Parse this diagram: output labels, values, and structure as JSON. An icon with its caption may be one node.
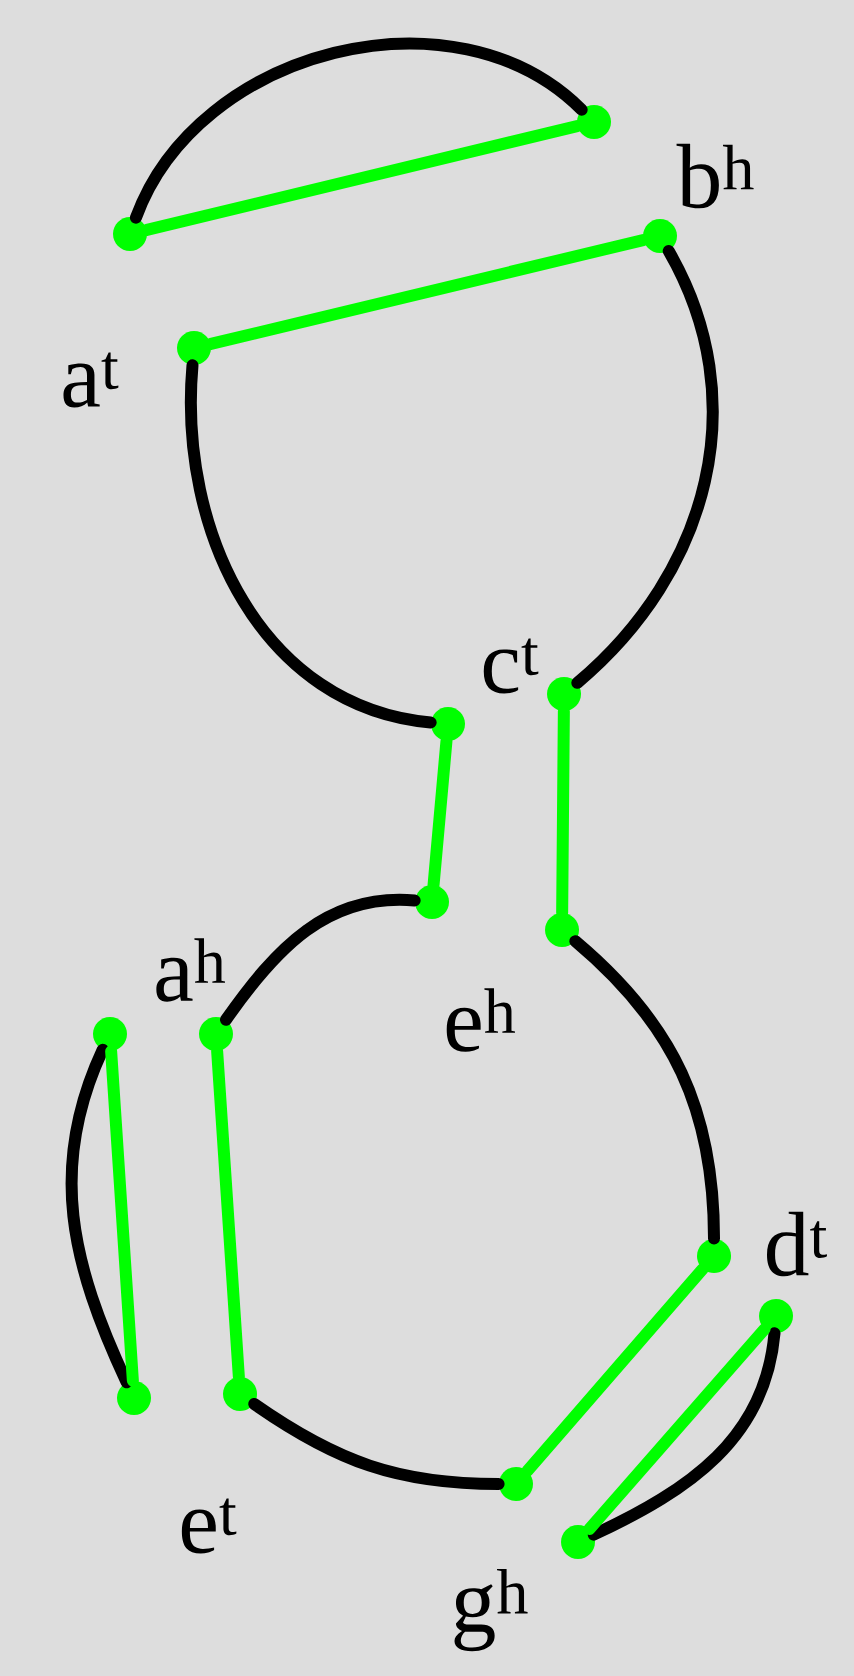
{
  "diagram": {
    "nodes": [
      {
        "text": [],
        "shape": "circle"
      },
      {
        "text": [],
        "shape": "circle"
      },
      {
        "text": [],
        "shape": "circle",
        "beside": [
          "a$^{t}$"
        ]
      },
      {
        "text": [],
        "shape": "circle",
        "beside": [
          "b$^{h}$"
        ]
      },
      {
        "text": [],
        "shape": "circle"
      },
      {
        "text": [],
        "shape": "circle",
        "beside": [
          "c$^{t}$"
        ]
      },
      {
        "text": [],
        "shape": "circle"
      },
      {
        "text": [],
        "shape": "circle",
        "beside": [
          "e$^{h}$"
        ]
      },
      {
        "text": [],
        "shape": "circle"
      },
      {
        "text": [],
        "shape": "circle",
        "beside": [
          "a$^{h}$"
        ]
      },
      {
        "text": [],
        "shape": "circle"
      },
      {
        "text": [],
        "shape": "circle",
        "beside": [
          "e$^{t}$"
        ]
      },
      {
        "text": [],
        "shape": "circle",
        "beside": [
          "d$^{t}$"
        ]
      },
      {
        "text": [],
        "shape": "circle"
      },
      {
        "text": [],
        "shape": "circle"
      },
      {
        "text": [],
        "shape": "circle",
        "beside": [
          "g$^{h}$"
        ]
      }
    ],
    "edges": [
      {
        "from": 0,
        "to": 1,
        "arrow": "none",
        "color": "#000000"
      },
      {
        "from": 0,
        "to": 1,
        "arrow": "none",
        "color": "#00ff00"
      },
      {
        "from": 2,
        "to": 3,
        "arrow": "none",
        "color": "#00ff00"
      },
      {
        "from": 2,
        "to": 4,
        "arrow": "none",
        "color": "#000000"
      },
      {
        "from": 3,
        "to": 5,
        "arrow": "none",
        "color": "#000000"
      },
      {
        "from": 4,
        "to": 6,
        "arrow": "none",
        "color": "#00ff00"
      },
      {
        "from": 5,
        "to": 7,
        "arrow": "none",
        "color": "#00ff00"
      },
      {
        "from": 6,
        "to": 9,
        "arrow": "none",
        "color": "#000000"
      },
      {
        "from": 7,
        "to": 12,
        "arrow": "none",
        "color": "#000000"
      },
      {
        "from": 8,
        "to": 10,
        "arrow": "none",
        "color": "#000000"
      },
      {
        "from": 8,
        "to": 10,
        "arrow": "none",
        "color": "#00ff00"
      },
      {
        "from": 9,
        "to": 11,
        "arrow": "none",
        "color": "#00ff00"
      },
      {
        "from": 11,
        "to": 14,
        "arrow": "none",
        "color": "#000000"
      },
      {
        "from": 12,
        "to": 14,
        "arrow": "none",
        "color": "#00ff00"
      },
      {
        "from": 13,
        "to": 15,
        "arrow": "none",
        "color": "#000000"
      },
      {
        "from": 13,
        "to": 15,
        "arrow": "none",
        "color": "#00ff00"
      }
    ]
  }
}
